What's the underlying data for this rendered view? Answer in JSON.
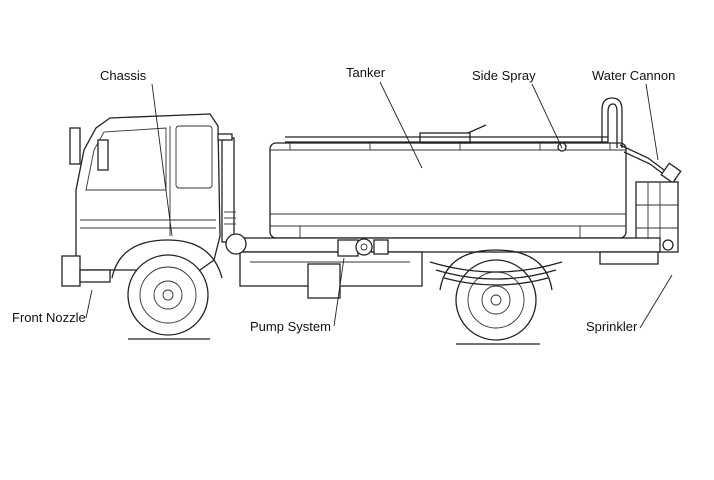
{
  "labels": {
    "chassis": "Chassis",
    "tanker": "Tanker",
    "side_spray": "Side Spray",
    "water_cannon": "Water Cannon",
    "front_nozzle": "Front Nozzle",
    "pump_system": "Pump System",
    "sprinkler": "Sprinkler"
  }
}
